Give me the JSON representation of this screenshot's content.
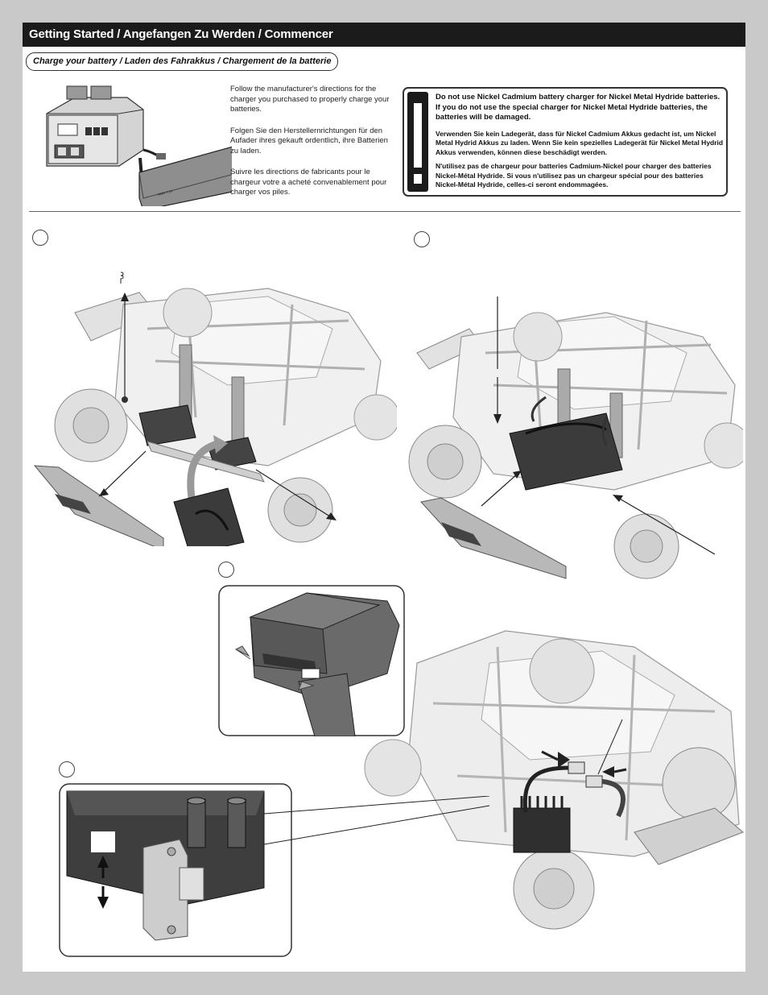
{
  "header": {
    "title_en": "Getting Started",
    "sep1": " / ",
    "title_de": "Angefangen Zu Werden",
    "sep2": " / ",
    "title_fr": "Commencer"
  },
  "charge": {
    "label": "Charge your battery / Laden des Fahrakkus / Chargement de la batterie"
  },
  "instructions": {
    "en": "Follow the manufacturer's directions for the charger you purchased to properly charge your batteries.",
    "de": "Folgen Sie den Herstellernrichtungen für den Aufader ihres gekauft ordentlich, ihre Batterien zu laden.",
    "fr": "Suivre les directions de fabricants pour le chargeur votre a acheté convenablement pour charger vos piles."
  },
  "warning": {
    "en": "Do not use Nickel Cadmium battery charger for Nickel Metal Hydride batteries. If you do not use the special charger for Nickel Metal Hydride batteries, the batteries will be damaged.",
    "de": "Verwenden Sie kein Ladegerät, dass für Nickel Cadmium Akkus gedacht ist, um Nickel Metal Hydrid Akkus zu laden. Wenn Sie kein spezielles Ladegerät für Nickel Metal Hydrid Akkus verwenden, können diese beschädigt werden.",
    "fr": "N'utilisez pas de chargeur pour batteries Cadmium-Nickel pour charger des batteries Nickel-Métal Hydride. Si vous n'utilisez pas un chargeur spécial pour des batteries Nickel-Métal Hydride, celles-ci seront endommagées."
  },
  "colors": {
    "header_bg": "#1b1b1b",
    "page_bg": "#ffffff",
    "margin_bg": "#c9c9c9"
  },
  "icons": [
    "charger-icon",
    "battery-pack-icon",
    "exclamation-icon",
    "arrow-icon",
    "body-clip-icon"
  ]
}
